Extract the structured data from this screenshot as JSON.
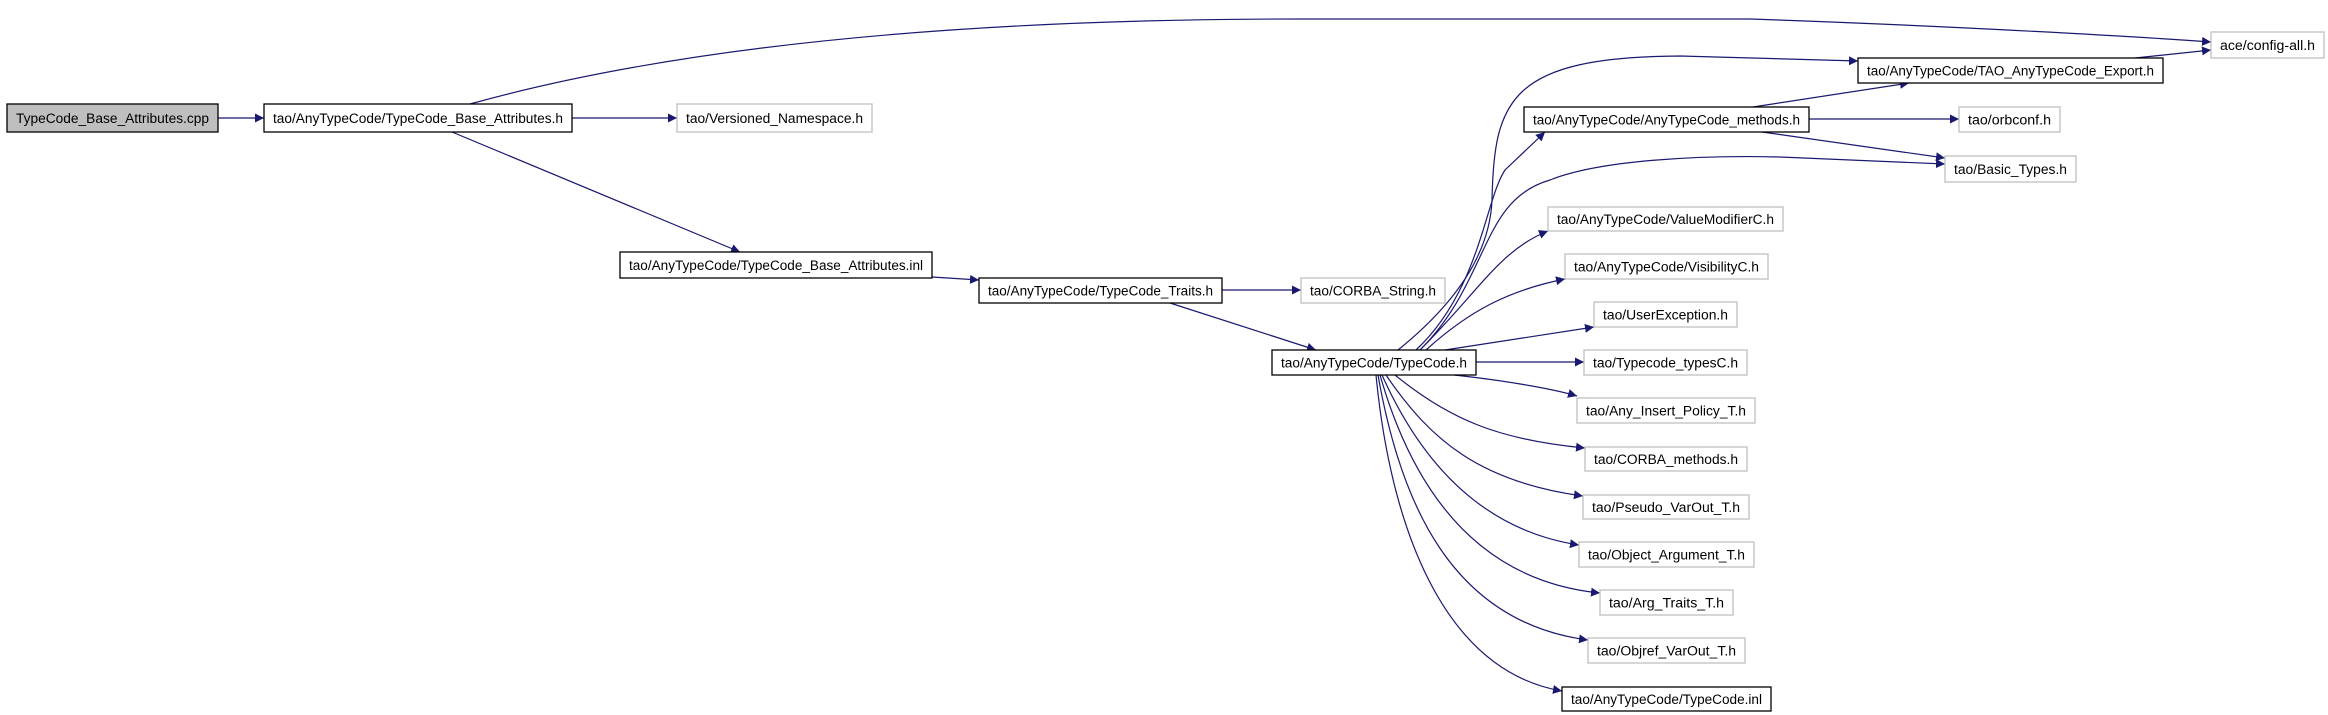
{
  "graph": {
    "edge_color": "#191970",
    "root_fill": "#bfbfbf",
    "documented_border": "#000000",
    "undocumented_border": "#bfbfbf",
    "nodes": [
      {
        "id": "cpp",
        "label": "TypeCode_Base_Attributes.cpp",
        "kind": "root"
      },
      {
        "id": "ba_h",
        "label": "tao/AnyTypeCode/TypeCode_Base_Attributes.h",
        "kind": "documented"
      },
      {
        "id": "versioned",
        "label": "tao/Versioned_Namespace.h",
        "kind": "undocumented"
      },
      {
        "id": "ba_inl",
        "label": "tao/AnyTypeCode/TypeCode_Base_Attributes.inl",
        "kind": "documented"
      },
      {
        "id": "traits",
        "label": "tao/AnyTypeCode/TypeCode_Traits.h",
        "kind": "documented"
      },
      {
        "id": "corba_string",
        "label": "tao/CORBA_String.h",
        "kind": "undocumented"
      },
      {
        "id": "typecode_h",
        "label": "tao/AnyTypeCode/TypeCode.h",
        "kind": "documented"
      },
      {
        "id": "config_all",
        "label": "ace/config-all.h",
        "kind": "undocumented"
      },
      {
        "id": "tao_export",
        "label": "tao/AnyTypeCode/TAO_AnyTypeCode_Export.h",
        "kind": "documented"
      },
      {
        "id": "methods",
        "label": "tao/AnyTypeCode/AnyTypeCode_methods.h",
        "kind": "documented"
      },
      {
        "id": "orbconf",
        "label": "tao/orbconf.h",
        "kind": "undocumented"
      },
      {
        "id": "basic_types",
        "label": "tao/Basic_Types.h",
        "kind": "undocumented"
      },
      {
        "id": "value_modifier",
        "label": "tao/AnyTypeCode/ValueModifierC.h",
        "kind": "undocumented"
      },
      {
        "id": "visibility",
        "label": "tao/AnyTypeCode/VisibilityC.h",
        "kind": "undocumented"
      },
      {
        "id": "user_exception",
        "label": "tao/UserException.h",
        "kind": "undocumented"
      },
      {
        "id": "typecode_types",
        "label": "tao/Typecode_typesC.h",
        "kind": "undocumented"
      },
      {
        "id": "any_insert",
        "label": "tao/Any_Insert_Policy_T.h",
        "kind": "undocumented"
      },
      {
        "id": "corba_methods",
        "label": "tao/CORBA_methods.h",
        "kind": "undocumented"
      },
      {
        "id": "pseudo_varout",
        "label": "tao/Pseudo_VarOut_T.h",
        "kind": "undocumented"
      },
      {
        "id": "object_argument",
        "label": "tao/Object_Argument_T.h",
        "kind": "undocumented"
      },
      {
        "id": "arg_traits",
        "label": "tao/Arg_Traits_T.h",
        "kind": "undocumented"
      },
      {
        "id": "objref_varout",
        "label": "tao/Objref_VarOut_T.h",
        "kind": "undocumented"
      },
      {
        "id": "typecode_inl",
        "label": "tao/AnyTypeCode/TypeCode.inl",
        "kind": "documented"
      }
    ],
    "edges": [
      {
        "from": "cpp",
        "to": "ba_h"
      },
      {
        "from": "ba_h",
        "to": "config_all"
      },
      {
        "from": "ba_h",
        "to": "versioned"
      },
      {
        "from": "ba_h",
        "to": "ba_inl"
      },
      {
        "from": "ba_inl",
        "to": "traits"
      },
      {
        "from": "traits",
        "to": "corba_string"
      },
      {
        "from": "traits",
        "to": "typecode_h"
      },
      {
        "from": "typecode_h",
        "to": "tao_export"
      },
      {
        "from": "typecode_h",
        "to": "methods"
      },
      {
        "from": "typecode_h",
        "to": "basic_types"
      },
      {
        "from": "typecode_h",
        "to": "value_modifier"
      },
      {
        "from": "typecode_h",
        "to": "visibility"
      },
      {
        "from": "typecode_h",
        "to": "user_exception"
      },
      {
        "from": "typecode_h",
        "to": "typecode_types"
      },
      {
        "from": "typecode_h",
        "to": "any_insert"
      },
      {
        "from": "typecode_h",
        "to": "corba_methods"
      },
      {
        "from": "typecode_h",
        "to": "pseudo_varout"
      },
      {
        "from": "typecode_h",
        "to": "object_argument"
      },
      {
        "from": "typecode_h",
        "to": "arg_traits"
      },
      {
        "from": "typecode_h",
        "to": "objref_varout"
      },
      {
        "from": "typecode_h",
        "to": "typecode_inl"
      },
      {
        "from": "methods",
        "to": "tao_export"
      },
      {
        "from": "methods",
        "to": "orbconf"
      },
      {
        "from": "methods",
        "to": "basic_types"
      },
      {
        "from": "tao_export",
        "to": "config_all"
      }
    ]
  }
}
